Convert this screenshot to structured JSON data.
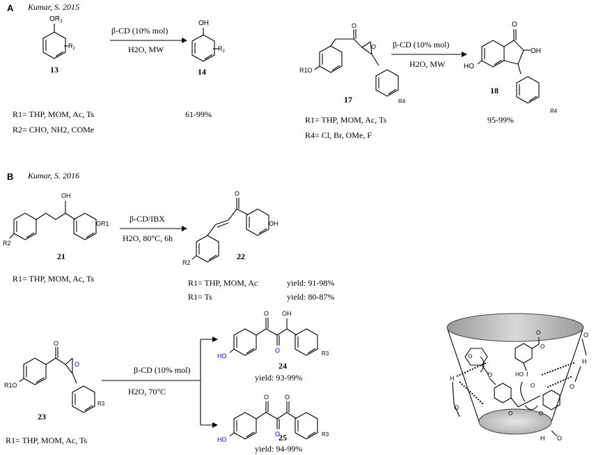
{
  "panel_a": {
    "letter": "A",
    "citation": "Kumar, S. 2015",
    "left": {
      "substituent_start": "OR",
      "r1_sub": "1",
      "r2_label": "R",
      "r2_sub": "2",
      "product_group": "OH",
      "compound_start": "13",
      "compound_end": "14",
      "catalyst": "β-CD (10% mol)",
      "conditions": "H2O, MW",
      "yield": "61-99%",
      "r1_line": "R1= THP, MOM, Ac, Ts",
      "r2_line": "R2= CHO, NH2, COMe"
    },
    "right": {
      "compound_start": "17",
      "compound_end": "18",
      "catalyst": "β-CD (10% mol)",
      "conditions": "H2O, MW",
      "yield": "95-99%",
      "r1_line": "R1= THP, MOM, Ac, Ts",
      "r4_line": "R4= Cl, Br, OMe, F",
      "atom_o": "O",
      "atom_ho": "HO",
      "atom_oh": "OH",
      "atom_r1o": "R1O",
      "atom_r4": "R4"
    }
  },
  "panel_b": {
    "letter": "B",
    "citation": "Kumar, S. 2016",
    "top": {
      "compound_start": "21",
      "compound_end": "22",
      "catalyst": "β-CD/IBX",
      "conditions": "H2O, 80°C, 6h",
      "r1_line": "R1= THP, MOM, Ac, Ts",
      "result_1_label": "R1= THP, MOM, Ac",
      "result_1_yield": "yield: 91-98%",
      "result_2_label": "R1= Ts",
      "result_2_yield": "yield: 80-87%",
      "atom_oh": "OH",
      "atom_or1": "OR1",
      "atom_r2": "R2",
      "atom_o": "O"
    },
    "bottom": {
      "compound_start": "23",
      "compound_product_1": "24",
      "compound_product_2": "25",
      "catalyst": "β-CD (10% mol)",
      "conditions": "H2O, 70°C",
      "yield_1": "yield: 93-99%",
      "yield_2": "yield: 94-99%",
      "r1_line": "R1= THP, MOM, Ac, Ts",
      "atom_r1o": "R1O",
      "atom_o": "O",
      "atom_ho": "HO",
      "atom_oh": "OH",
      "atom_r3": "R3"
    }
  },
  "mechanism": {
    "atom_h": "H",
    "atom_o": "O",
    "atom_i": "I",
    "atom_ho": "HO"
  }
}
